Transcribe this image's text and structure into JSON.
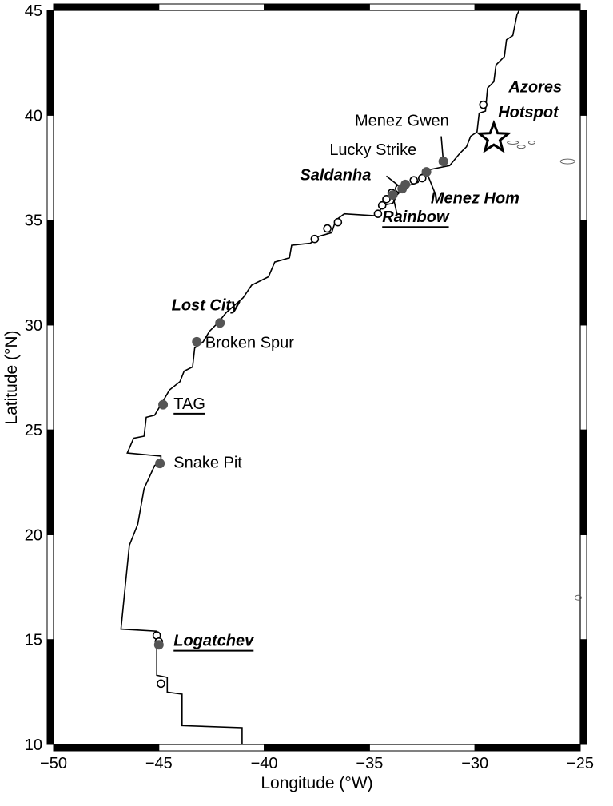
{
  "chart_data": {
    "type": "map",
    "xlabel": "Longitude (°W)",
    "ylabel": "Latitude (°N)",
    "xlim": [
      -50,
      -25
    ],
    "ylim": [
      10,
      45
    ],
    "xticks": [
      -50,
      -45,
      -40,
      -35,
      -30,
      -25
    ],
    "yticks": [
      10,
      15,
      20,
      25,
      30,
      35,
      40,
      45
    ],
    "xtick_labels": [
      "−50",
      "−45",
      "−40",
      "−35",
      "−30",
      "−25"
    ],
    "ytick_labels": [
      "10",
      "15",
      "20",
      "25",
      "30",
      "35",
      "40",
      "45"
    ],
    "ridge_axis": [
      [
        -41.05,
        10.0
      ],
      [
        -41.05,
        10.8
      ],
      [
        -43.9,
        10.9
      ],
      [
        -43.9,
        12.4
      ],
      [
        -44.6,
        12.5
      ],
      [
        -44.6,
        13.2
      ],
      [
        -45.1,
        13.3
      ],
      [
        -45.1,
        15.4
      ],
      [
        -46.8,
        15.5
      ],
      [
        -46.6,
        17.5
      ],
      [
        -46.4,
        19.5
      ],
      [
        -46.0,
        20.5
      ],
      [
        -45.7,
        22.2
      ],
      [
        -45.2,
        23.3
      ],
      [
        -44.9,
        23.5
      ],
      [
        -44.9,
        23.75
      ],
      [
        -46.5,
        23.9
      ],
      [
        -46.2,
        24.6
      ],
      [
        -45.7,
        24.7
      ],
      [
        -45.6,
        25.6
      ],
      [
        -45.2,
        25.7
      ],
      [
        -44.9,
        26.2
      ],
      [
        -44.5,
        26.9
      ],
      [
        -44.0,
        27.3
      ],
      [
        -43.8,
        27.8
      ],
      [
        -43.4,
        28.0
      ],
      [
        -43.3,
        28.9
      ],
      [
        -42.9,
        29.2
      ],
      [
        -42.6,
        29.7
      ],
      [
        -42.2,
        30.1
      ],
      [
        -41.8,
        30.6
      ],
      [
        -41.0,
        31.3
      ],
      [
        -40.6,
        31.9
      ],
      [
        -39.8,
        32.3
      ],
      [
        -39.5,
        33.0
      ],
      [
        -38.8,
        33.2
      ],
      [
        -38.7,
        33.8
      ],
      [
        -37.8,
        33.9
      ],
      [
        -37.5,
        34.2
      ],
      [
        -36.8,
        34.4
      ],
      [
        -36.6,
        35.0
      ],
      [
        -36.2,
        35.3
      ],
      [
        -34.6,
        35.2
      ],
      [
        -34.4,
        35.7
      ],
      [
        -33.9,
        35.8
      ],
      [
        -33.7,
        36.2
      ],
      [
        -33.3,
        36.6
      ],
      [
        -32.7,
        36.8
      ],
      [
        -32.5,
        37.2
      ],
      [
        -32.2,
        37.4
      ],
      [
        -31.7,
        37.5
      ],
      [
        -31.2,
        37.6
      ],
      [
        -30.7,
        38.2
      ],
      [
        -30.4,
        38.5
      ],
      [
        -30.2,
        39.0
      ],
      [
        -29.9,
        39.2
      ],
      [
        -29.8,
        40.1
      ],
      [
        -29.5,
        40.2
      ],
      [
        -29.4,
        41.3
      ],
      [
        -29.1,
        41.6
      ],
      [
        -29.0,
        42.4
      ],
      [
        -28.6,
        42.8
      ],
      [
        -28.5,
        43.6
      ],
      [
        -28.2,
        43.8
      ],
      [
        -28.0,
        44.8
      ],
      [
        -27.9,
        45.0
      ]
    ],
    "vent_sites": [
      {
        "name": "Menez Gwen",
        "lon": -31.5,
        "lat": 37.8
      },
      {
        "name": "Lucky Strike",
        "lon": -32.3,
        "lat": 37.3
      },
      {
        "name": "Saldanha",
        "lon": -33.45,
        "lat": 36.5
      },
      {
        "name": "Menez Hom",
        "lon": -33.3,
        "lat": 36.7
      },
      {
        "name": "Rainbow",
        "lon": -33.9,
        "lat": 36.2
      },
      {
        "name": "Lost City",
        "lon": -42.1,
        "lat": 30.1
      },
      {
        "name": "Broken Spur",
        "lon": -43.2,
        "lat": 29.2
      },
      {
        "name": "TAG",
        "lon": -44.8,
        "lat": 26.2
      },
      {
        "name": "Snake Pit",
        "lon": -44.95,
        "lat": 23.4
      },
      {
        "name": "Logatchev",
        "lon": -45.0,
        "lat": 14.75
      }
    ],
    "other_sites": [
      {
        "lon": -29.6,
        "lat": 40.5
      },
      {
        "lon": -32.5,
        "lat": 37.0
      },
      {
        "lon": -32.9,
        "lat": 36.9
      },
      {
        "lon": -33.6,
        "lat": 36.5
      },
      {
        "lon": -33.95,
        "lat": 36.3
      },
      {
        "lon": -34.2,
        "lat": 36.0
      },
      {
        "lon": -34.4,
        "lat": 35.7
      },
      {
        "lon": -34.6,
        "lat": 35.3
      },
      {
        "lon": -36.5,
        "lat": 34.9
      },
      {
        "lon": -37.0,
        "lat": 34.6
      },
      {
        "lon": -37.6,
        "lat": 34.1
      },
      {
        "lon": -45.1,
        "lat": 15.2
      },
      {
        "lon": -45.0,
        "lat": 14.9
      },
      {
        "lon": -44.9,
        "lat": 12.9
      }
    ],
    "hotspot": {
      "label_line1": "Azores",
      "label_line2": "Hotspot",
      "lon": -29.1,
      "lat": 38.9
    },
    "labels": [
      {
        "text": "Azores",
        "lon": -28.4,
        "lat": 41.1,
        "anchor": "start",
        "bold": true,
        "underline": false
      },
      {
        "text": "Hotspot",
        "lon": -28.9,
        "lat": 39.9,
        "anchor": "start",
        "bold": true,
        "underline": false
      },
      {
        "text": "Menez Gwen",
        "lon": -35.7,
        "lat": 39.5,
        "anchor": "start",
        "bold": false,
        "underline": false
      },
      {
        "text": "Lucky Strike",
        "lon": -36.9,
        "lat": 38.1,
        "anchor": "start",
        "bold": false,
        "underline": false
      },
      {
        "text": "Saldanha",
        "lon": -38.3,
        "lat": 36.9,
        "anchor": "start",
        "bold": true,
        "underline": false
      },
      {
        "text": "Menez Hom",
        "lon": -32.1,
        "lat": 35.8,
        "anchor": "start",
        "bold": true,
        "underline": false
      },
      {
        "text": "Rainbow",
        "lon": -34.4,
        "lat": 34.9,
        "anchor": "start",
        "bold": true,
        "underline": true
      },
      {
        "text": "Lost City",
        "lon": -44.4,
        "lat": 30.7,
        "anchor": "start",
        "bold": true,
        "underline": false
      },
      {
        "text": "Broken Spur",
        "lon": -42.8,
        "lat": 28.9,
        "anchor": "start",
        "bold": false,
        "underline": false
      },
      {
        "text": "TAG",
        "lon": -44.3,
        "lat": 26.0,
        "anchor": "start",
        "bold": false,
        "underline": true
      },
      {
        "text": "Snake Pit",
        "lon": -44.3,
        "lat": 23.2,
        "anchor": "start",
        "bold": false,
        "underline": false
      },
      {
        "text": "Logatchev",
        "lon": -44.3,
        "lat": 14.7,
        "anchor": "start",
        "bold": true,
        "underline": true
      }
    ],
    "colors": {
      "frame": "#000000",
      "filled_site": "#555555",
      "line": "#000000",
      "island": "#555555"
    }
  }
}
